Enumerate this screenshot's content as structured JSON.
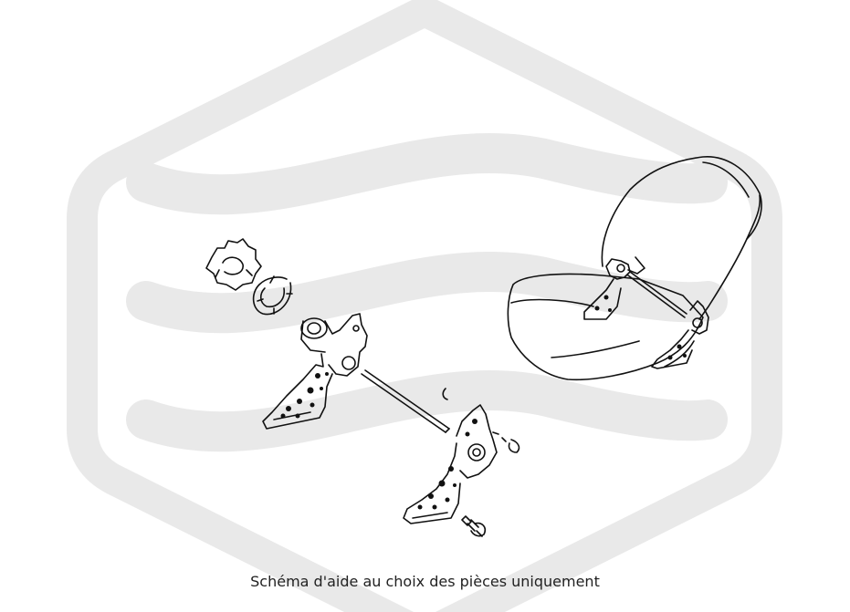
{
  "caption": "Schéma d'aide au choix des pièces uniquement",
  "colors": {
    "watermark": "#e9e9e9",
    "line": "#111111",
    "background": "#ffffff",
    "caption": "#222222"
  },
  "icons": [
    "hexagon-watermark",
    "wave-watermark"
  ]
}
